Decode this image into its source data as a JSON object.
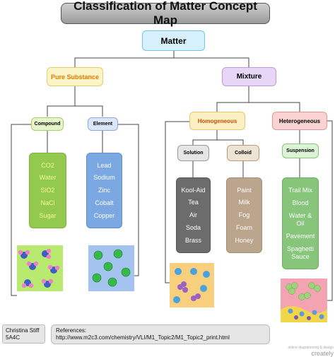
{
  "title": "Classification of Matter Concept Map",
  "nodes": {
    "matter": "Matter",
    "pure_substance": "Pure Substance",
    "mixture": "Mixture",
    "compound": "Compound",
    "element": "Element",
    "homogeneous": "Homogeneous",
    "heterogeneous": "Heterogeneous",
    "solution": "Solution",
    "colloid": "Colloid",
    "suspension": "Suspension"
  },
  "lists": {
    "compound": [
      "CO2",
      "Water",
      "SiO2",
      "NaCl",
      "Sugar"
    ],
    "element": [
      "Lead",
      "Sodium",
      "Zinc",
      "Cobalt",
      "Copper"
    ],
    "solution": [
      "Kool-Aid",
      "Tea",
      "Air",
      "Soda",
      "Brass"
    ],
    "colloid": [
      "Paint",
      "Milk",
      "Fog",
      "Foam",
      "Honey"
    ],
    "suspension": [
      "Trail Mix",
      "Blood",
      "Water & Oil",
      "Pavement",
      "Spaghetti Sauce"
    ]
  },
  "author": {
    "name": "Christina Stiff",
    "class": "5A4C"
  },
  "references": {
    "label": "References:",
    "url": "http://www.m2c3.com/chemistry/VLI/M1_Topic2/M1_Topic2_print.html"
  },
  "footer": {
    "logo_text": "creately",
    "tagline": "online diagramming & design"
  },
  "colors": {
    "matter": "#d6f1fb",
    "pure_substance_text": "#e07b00",
    "mixture": "#e7d6f6",
    "compound_list": "#93c94f",
    "element_list": "#7ba7e3",
    "solution_list": "#6c6c6c",
    "colloid_list": "#bba58c",
    "suspension_list": "#86c57a",
    "heterogeneous": "#fbd3d3"
  }
}
